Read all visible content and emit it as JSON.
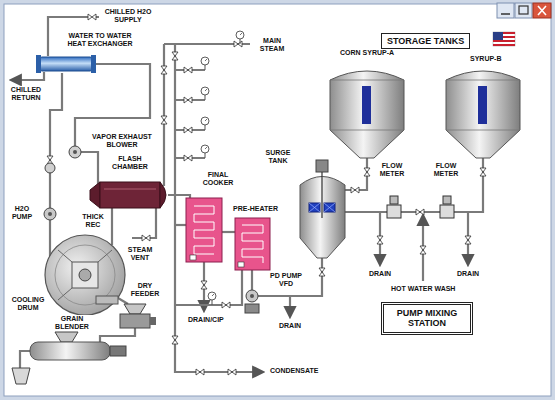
{
  "diagram": {
    "nodes": [
      {
        "text": [
          "STORAGE TANKS"
        ]
      },
      {
        "text": [
          "PUMP MIXING STATION"
        ]
      }
    ],
    "labels": [
      "CHILLED H2O SUPPLY",
      "MAIN STEAM",
      "CORN SYRUP-A",
      "SYRUP-B",
      "WATER TO WATER HEAT EXCHANGER",
      "CHILLED RETURN",
      "VAPOR EXHAUST BLOWER",
      "SURGE TANK",
      "FLASH CHAMBER",
      "FLOW METER",
      "FLOW METER",
      "FINAL COOKER",
      "PRE-HEATER",
      "H2O PUMP",
      "THICK REC",
      "STEAM VENT",
      "PD PUMP VFD",
      "DRAIN",
      "DRAIN",
      "HOT WATER WASH",
      "DRY FEEDER",
      "COOLING DRUM",
      "DRAIN/CIP",
      "DRAIN",
      "GRAIN BLENDER",
      "CONDENSATE"
    ]
  }
}
